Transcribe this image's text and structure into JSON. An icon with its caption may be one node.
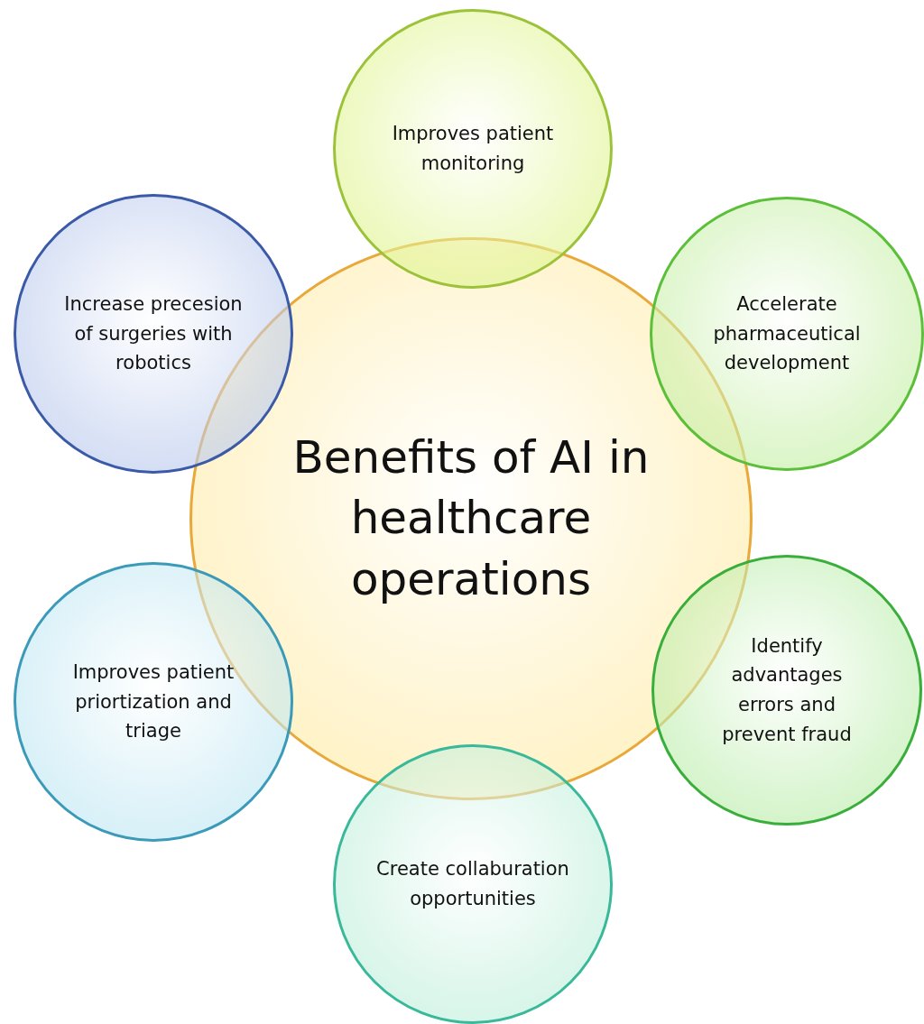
{
  "diagram": {
    "nodes": [
      {
        "text": [
          "Benefits of AI in healthcare operations"
        ]
      },
      {
        "text": [
          "Improves patient monitoring"
        ]
      },
      {
        "text": [
          "Increase precesion of surgeries with robotics"
        ]
      },
      {
        "text": [
          "Accelerate pharmaceutical development"
        ]
      },
      {
        "text": [
          "Improves patient priortization and triage"
        ]
      },
      {
        "text": [
          "Identify advantages errors and prevent fraud"
        ]
      },
      {
        "text": [
          "Create collaburation opportunities"
        ]
      }
    ]
  }
}
